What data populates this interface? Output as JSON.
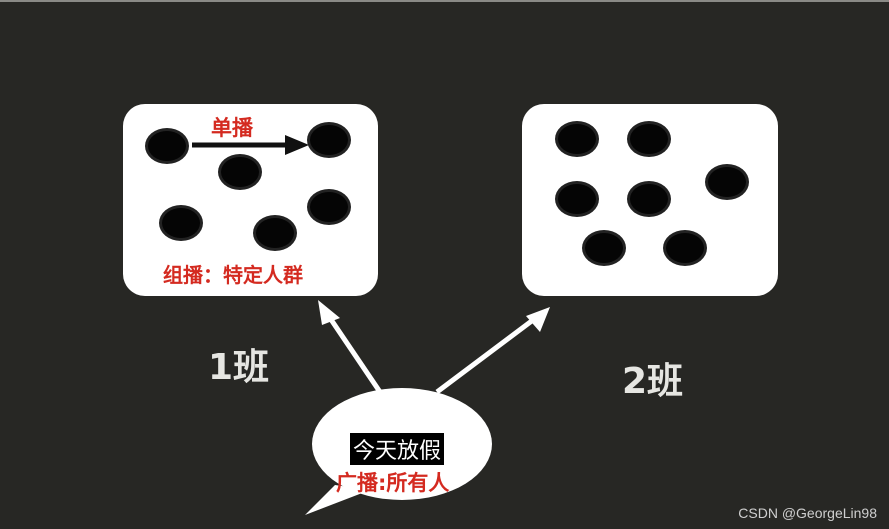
{
  "diagram": {
    "class1": {
      "label": "1班",
      "unicast_label": "单播",
      "multicast_label": "组播：特定人群",
      "members": 6
    },
    "class2": {
      "label": "2班",
      "members": 7
    },
    "bubble": {
      "message": "今天放假",
      "broadcast_label": "广播:所有人"
    },
    "watermark": "CSDN @GeorgeLin98",
    "colors": {
      "background": "#272724",
      "box": "#ffffff",
      "accent_red": "#d42a20",
      "dot": "#050505"
    }
  }
}
